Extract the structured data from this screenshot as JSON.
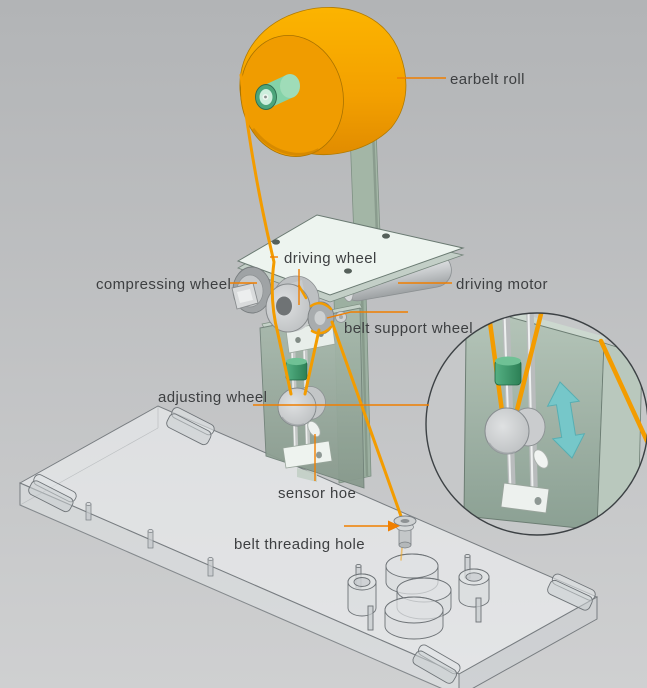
{
  "figure": {
    "type": "annotated 3D CAD diagram of an earloop-belt feeding machine",
    "labels": {
      "earbelt_roll": "earbelt roll",
      "compressing_wheel": "compressing wheel",
      "driving_wheel": "driving wheel",
      "driving_motor": "driving motor",
      "belt_support_wheel": "belt support wheel",
      "adjusting_wheel": "adjusting wheel",
      "sensor_hoe": "sensor hoe",
      "belt_threading_hole": "belt threading hole"
    },
    "colors": {
      "background_top": "#b2b4b6",
      "background_bottom": "#cfd0d1",
      "roll_orange": "#f7a600",
      "belt_orange": "#f39c00",
      "leader_orange": "#f07f00",
      "hub_green": "#7ccfa3",
      "machine_green": "#97ab9b",
      "plate_white": "#edf4ef",
      "metal_gray": "#d2d4d5",
      "arrow_teal": "#76c7c9",
      "label_text": "#3d3f41"
    }
  }
}
